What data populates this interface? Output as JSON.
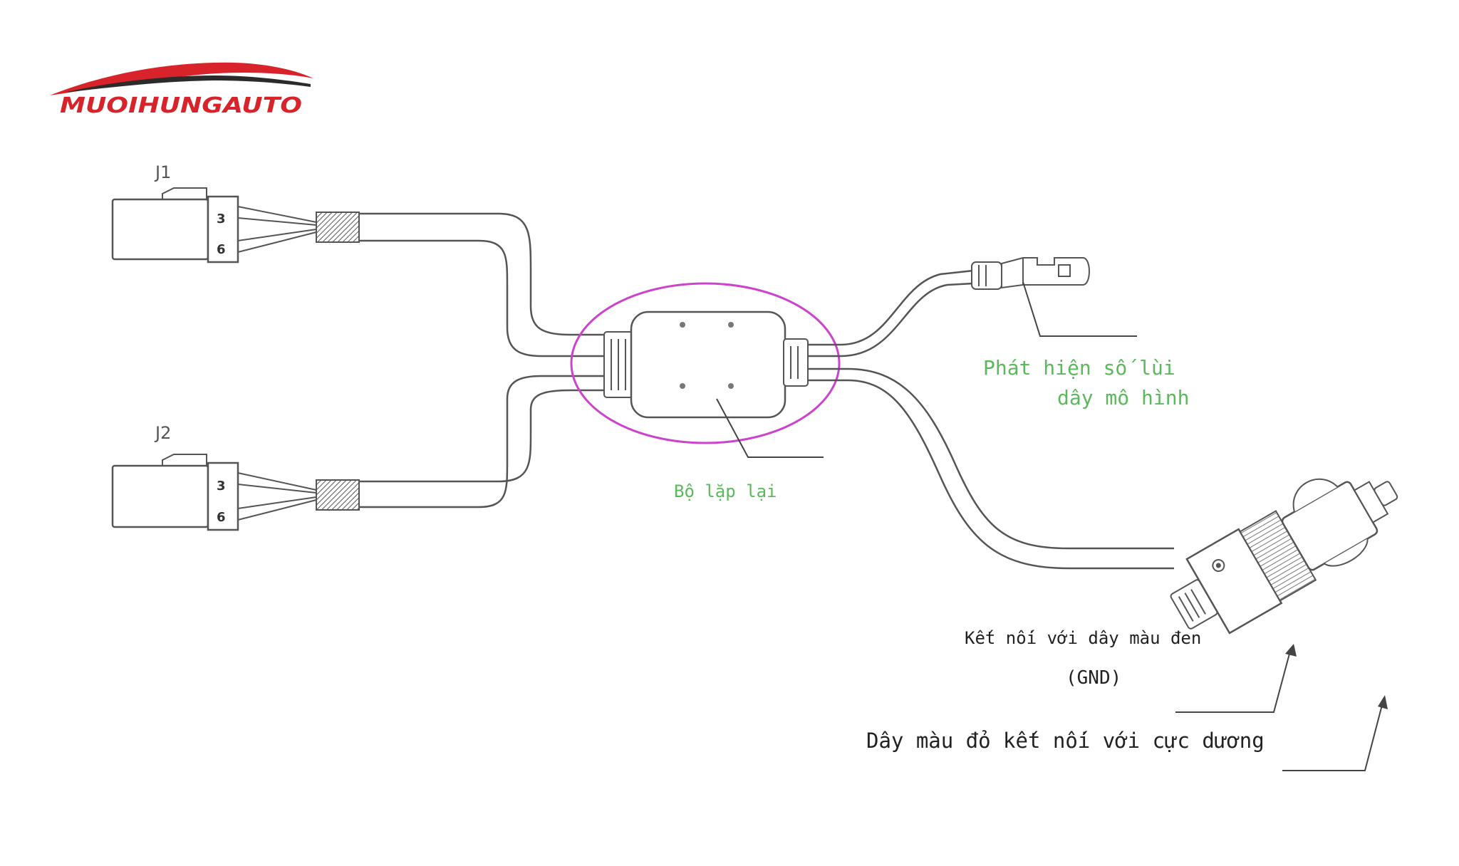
{
  "logo": {
    "text": "MUOIHUNGAUTO",
    "colors": {
      "red": "#d8232a",
      "dark": "#2b2b2b"
    }
  },
  "connectors": {
    "j1": {
      "label": "J1",
      "pin_top": "3",
      "pin_bottom": "6"
    },
    "j2": {
      "label": "J2",
      "pin_top": "3",
      "pin_bottom": "6"
    }
  },
  "labels": {
    "repeater": "Bộ lặp lại",
    "reverse_line1": "Phát hiện số lùi",
    "reverse_line2": "dây mô hình",
    "ground_line1": "Kết nối với dây màu đen",
    "ground_line2": "(GND)",
    "positive": "Dây màu đỏ kết nối với cực dương"
  },
  "colors": {
    "line": "#555555",
    "green_label": "#5cb85c",
    "highlight": "#cc44cc",
    "text": "#222222"
  }
}
